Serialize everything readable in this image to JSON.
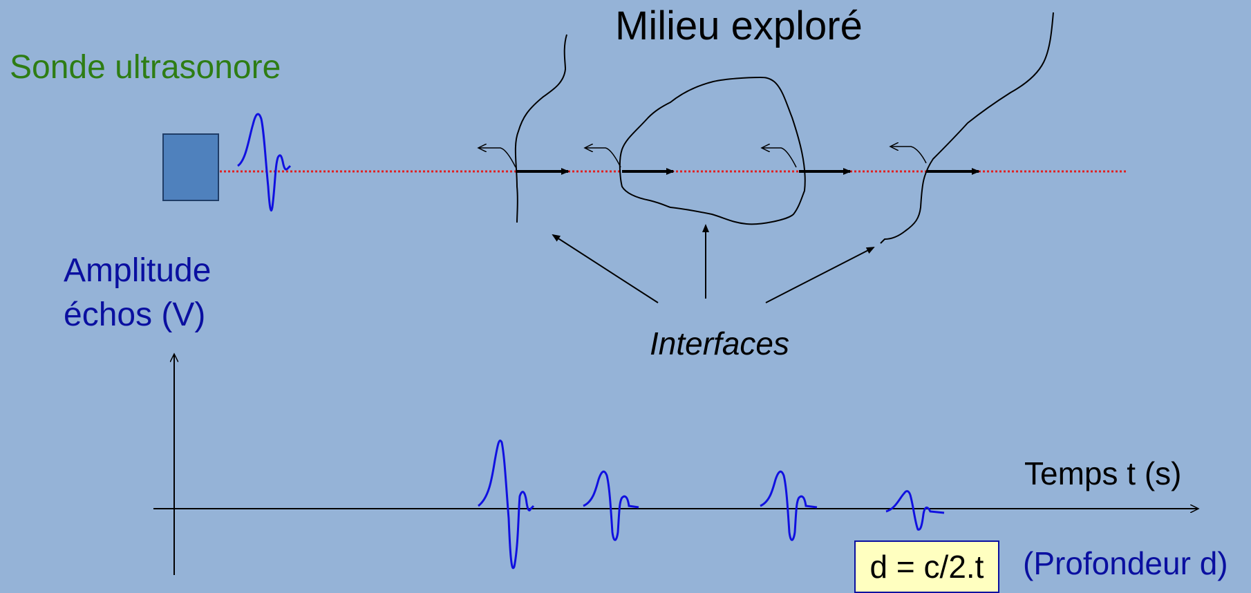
{
  "title": "Milieu exploré",
  "probe_label": "Sonde ultrasonore",
  "y_axis_label_line1": "Amplitude",
  "y_axis_label_line2": "échos (V)",
  "interfaces_label": "Interfaces",
  "x_axis_label": "Temps t (s)",
  "formula": "d = c/2.t",
  "depth_label": "(Profondeur d)",
  "colors": {
    "background": "#95b3d7",
    "probe": "#4f81bd",
    "beam": "#e02020",
    "pulse": "#1010e0",
    "probe_label": "#2e7d14",
    "axis_label": "#0a0fa0",
    "formula_box": "#ffffc0"
  },
  "icons": [
    "probe-transducer-shape",
    "arrow-icon",
    "pulse-waveform"
  ]
}
